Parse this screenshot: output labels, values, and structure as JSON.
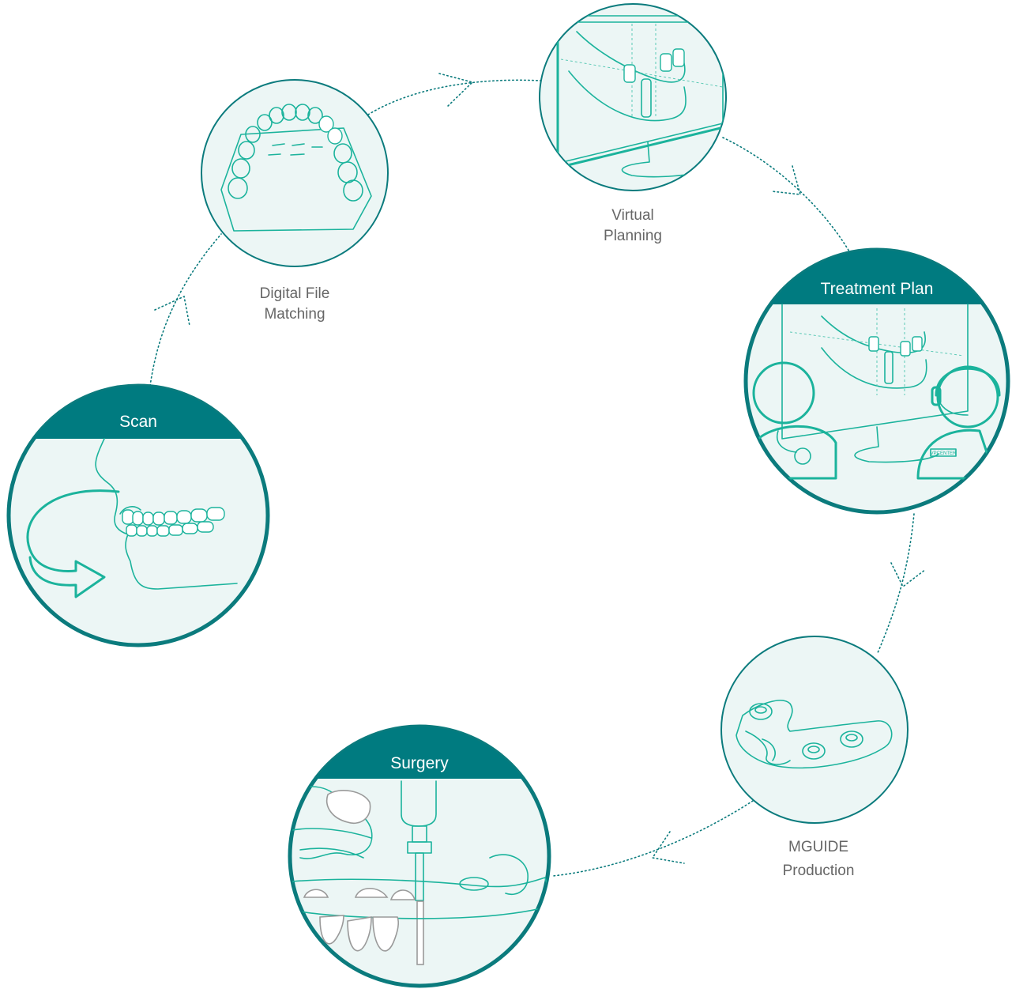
{
  "steps": {
    "scan": {
      "label": "Scan"
    },
    "digital_file_matching": {
      "line1": "Digital File",
      "line2": "Matching"
    },
    "virtual_planning": {
      "line1": "Virtual",
      "line2": "Planning"
    },
    "treatment_plan": {
      "label": "Treatment Plan",
      "badge": "VPCENTER"
    },
    "mguide_production": {
      "line1": "MGUIDE",
      "line2": "Production"
    },
    "surgery": {
      "label": "Surgery"
    }
  },
  "colors": {
    "band": "#007b80",
    "ring": "#0b7b7d",
    "illustration": "#1bb39c",
    "circle_fill": "#ecf6f5",
    "caption": "#666666"
  }
}
